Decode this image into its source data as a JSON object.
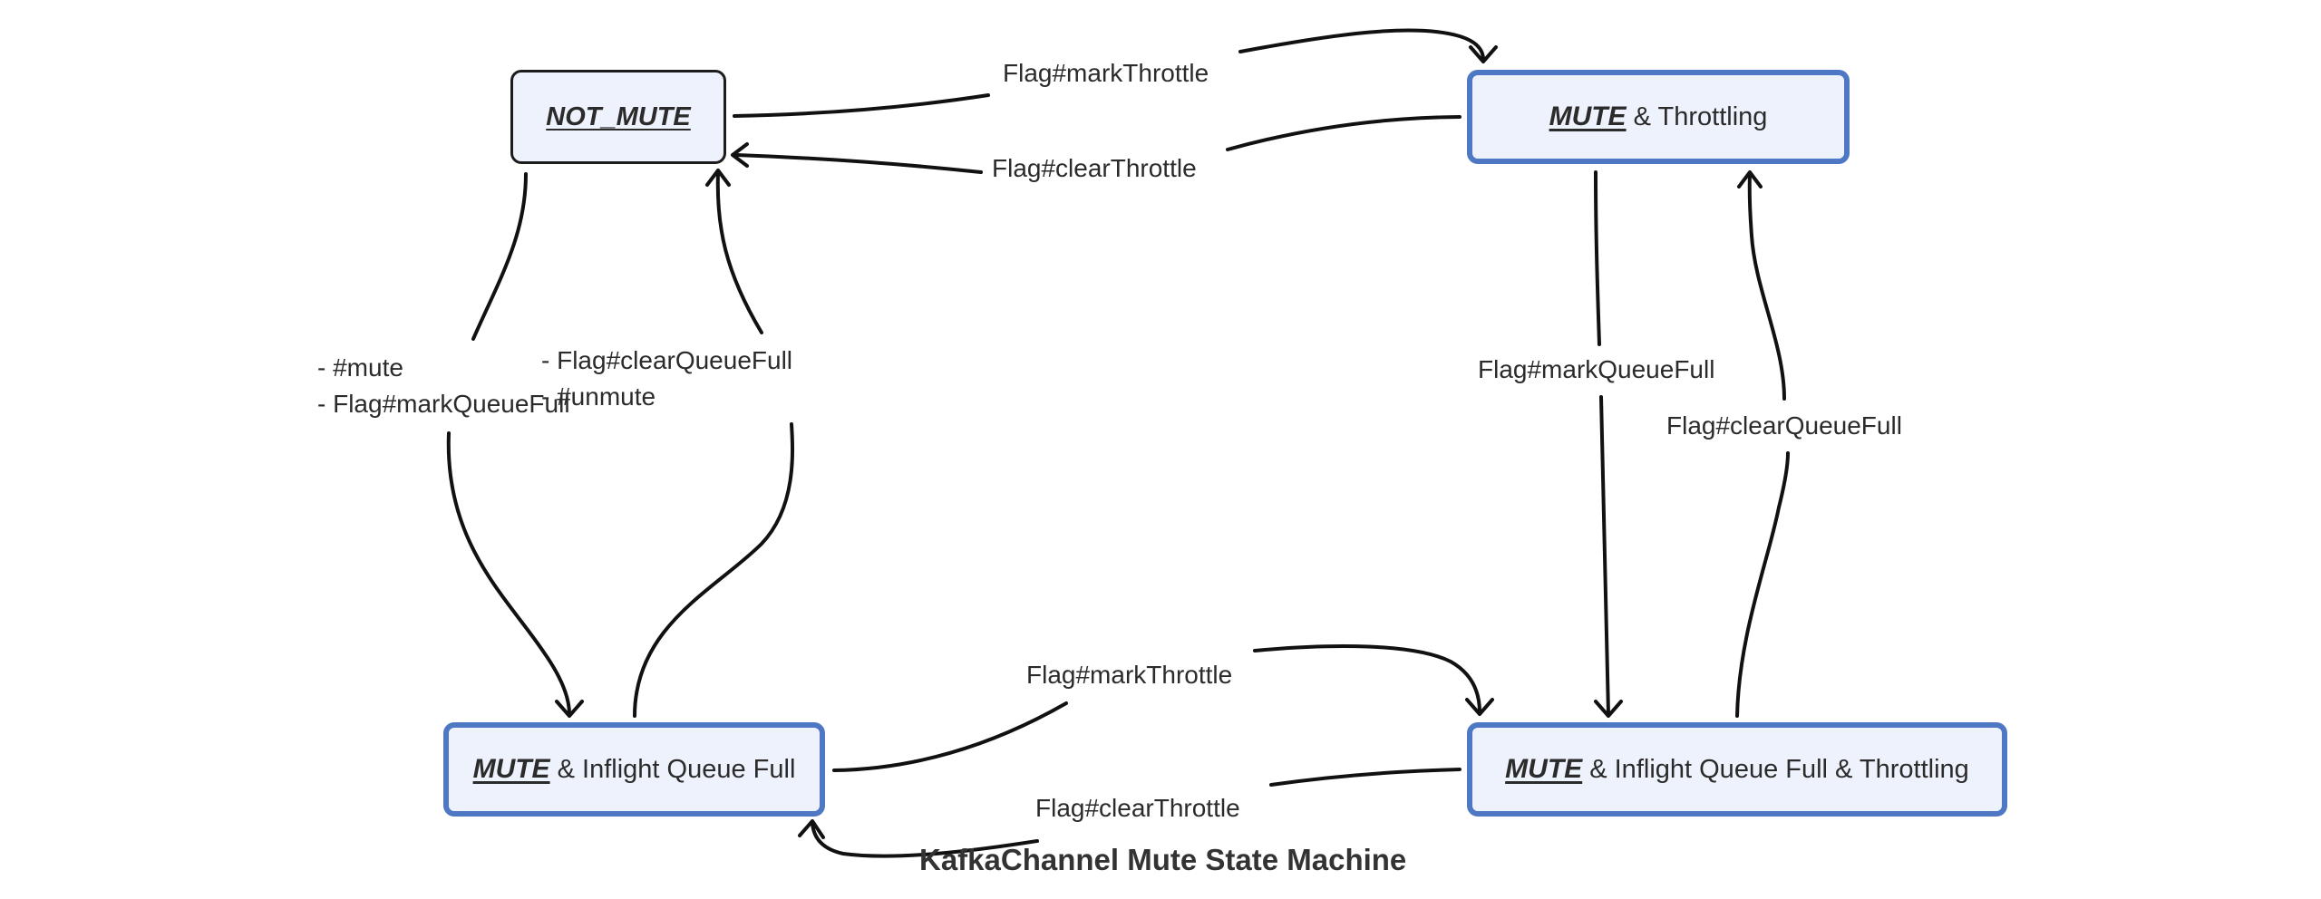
{
  "diagram": {
    "title": "KafkaChannel Mute State Machine",
    "colors": {
      "node_fill": "#eef2fc",
      "node_border_blue": "#4f78c4",
      "node_border_dark": "#1c1c1c",
      "edge": "#111111"
    },
    "states": {
      "not_mute": {
        "emph": "NOT_MUTE",
        "rest": ""
      },
      "mute_throttling": {
        "emph": "MUTE",
        "rest": " & Throttling"
      },
      "mute_queue_full": {
        "emph": "MUTE",
        "rest": " & Inflight Queue Full"
      },
      "mute_queue_full_throttling": {
        "emph": "MUTE",
        "rest": " & Inflight Queue Full & Throttling"
      }
    },
    "transitions": {
      "not_mute_to_throttling": "Flag#markThrottle",
      "throttling_to_not_mute": "Flag#clearThrottle",
      "not_mute_to_queue_full": [
        "- #mute",
        "- Flag#markQueueFull"
      ],
      "queue_full_to_not_mute": [
        "- Flag#clearQueueFull",
        "- #unmute"
      ],
      "throttling_to_queue_full_throttling": "Flag#markQueueFull",
      "queue_full_throttling_to_throttling": "Flag#clearQueueFull",
      "queue_full_to_queue_full_throttling": "Flag#markThrottle",
      "queue_full_throttling_to_queue_full": "Flag#clearThrottle"
    }
  }
}
